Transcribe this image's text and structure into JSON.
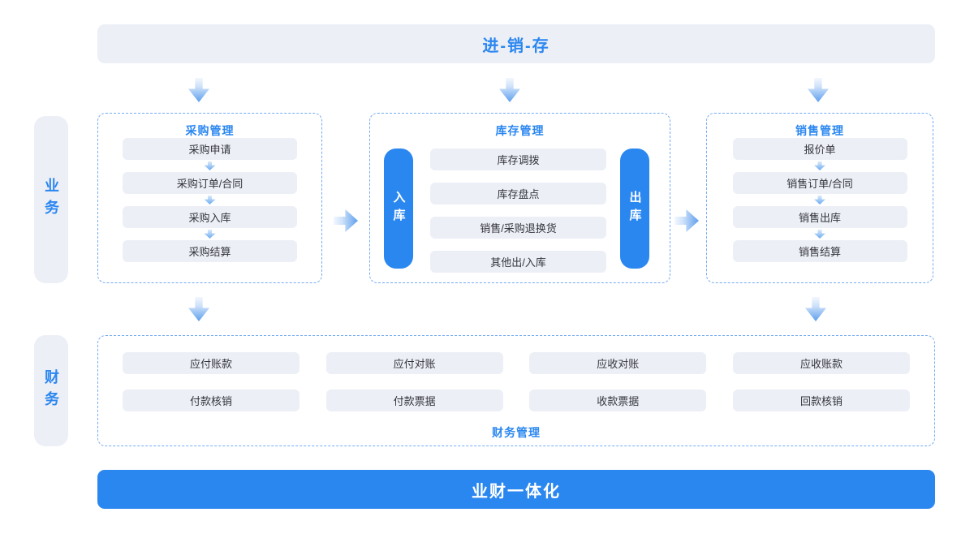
{
  "colors": {
    "accent_blue": "#2b87f0",
    "light_panel": "#edeff7",
    "dashed_border": "#74abf2",
    "dark_text": "#33343c",
    "arrow_blue": "#5d9fee"
  },
  "top_banner": {
    "label": "进-销-存"
  },
  "sidebar": {
    "business": "业务",
    "finance": "财务"
  },
  "procurement": {
    "title": "采购管理",
    "items": [
      "采购申请",
      "采购订单/合同",
      "采购入库",
      "采购结算"
    ]
  },
  "inventory": {
    "title": "库存管理",
    "inbound_label": "入库",
    "outbound_label": "出库",
    "items": [
      "库存调拨",
      "库存盘点",
      "销售/采购退换货",
      "其他出/入库"
    ]
  },
  "sales": {
    "title": "销售管理",
    "items": [
      "报价单",
      "销售订单/合同",
      "销售出库",
      "销售结算"
    ]
  },
  "finance": {
    "title": "财务管理",
    "row1": [
      "应付账款",
      "应付对账",
      "应收对账",
      "应收账款"
    ],
    "row2": [
      "付款核销",
      "付款票据",
      "收款票据",
      "回款核销"
    ]
  },
  "bottom_banner": {
    "label": "业财一体化"
  }
}
